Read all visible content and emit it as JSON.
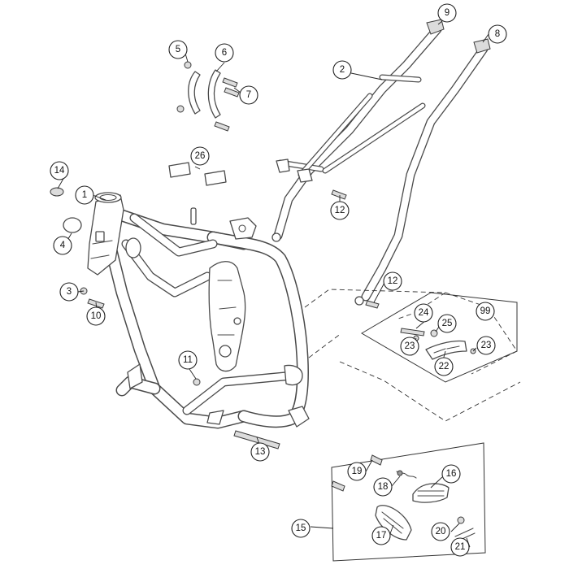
{
  "diagram": {
    "callouts": [
      {
        "id": "c1",
        "label": "1"
      },
      {
        "id": "c2",
        "label": "2"
      },
      {
        "id": "c3",
        "label": "3"
      },
      {
        "id": "c4",
        "label": "4"
      },
      {
        "id": "c5",
        "label": "5"
      },
      {
        "id": "c6",
        "label": "6"
      },
      {
        "id": "c7",
        "label": "7"
      },
      {
        "id": "c8",
        "label": "8"
      },
      {
        "id": "c9",
        "label": "9"
      },
      {
        "id": "c10",
        "label": "10"
      },
      {
        "id": "c11",
        "label": "11"
      },
      {
        "id": "c12a",
        "label": "12"
      },
      {
        "id": "c12b",
        "label": "12"
      },
      {
        "id": "c13",
        "label": "13"
      },
      {
        "id": "c14",
        "label": "14"
      },
      {
        "id": "c15",
        "label": "15"
      },
      {
        "id": "c16",
        "label": "16"
      },
      {
        "id": "c17",
        "label": "17"
      },
      {
        "id": "c18",
        "label": "18"
      },
      {
        "id": "c19",
        "label": "19"
      },
      {
        "id": "c20",
        "label": "20"
      },
      {
        "id": "c21",
        "label": "21"
      },
      {
        "id": "c22",
        "label": "22"
      },
      {
        "id": "c23a",
        "label": "23"
      },
      {
        "id": "c23b",
        "label": "23"
      },
      {
        "id": "c24",
        "label": "24"
      },
      {
        "id": "c25",
        "label": "25"
      },
      {
        "id": "c26",
        "label": "26"
      },
      {
        "id": "c99",
        "label": "99"
      }
    ]
  }
}
